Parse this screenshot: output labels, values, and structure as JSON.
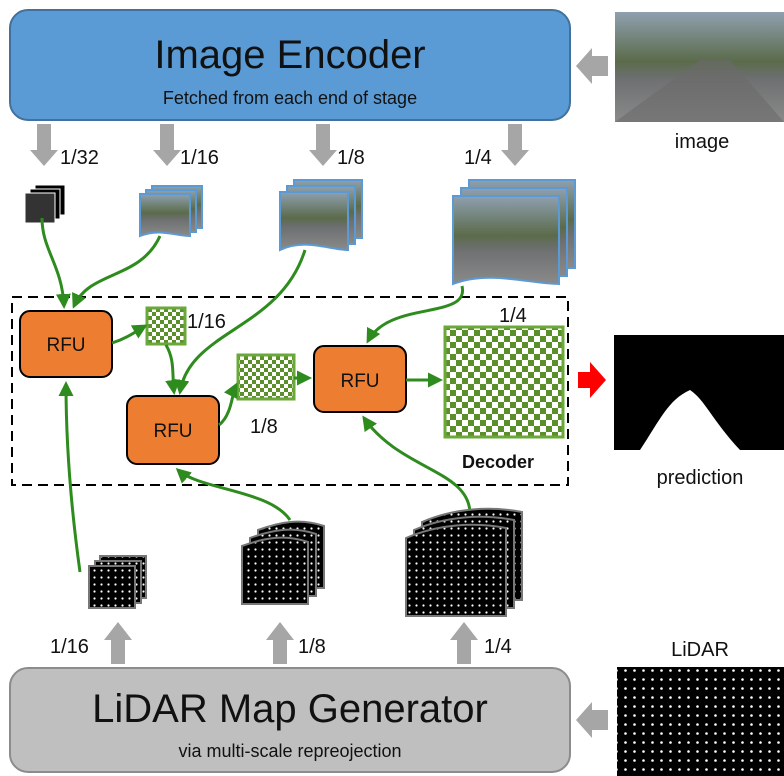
{
  "encoder": {
    "title": "Image Encoder",
    "subtitle": "Fetched from each end of stage"
  },
  "generator": {
    "title": "LiDAR Map Generator",
    "subtitle": "via multi-scale repreojection"
  },
  "image_label": "image",
  "prediction_label": "prediction",
  "lidar_label": "LiDAR",
  "decoder_label": "Decoder",
  "rfu_label": "RFU",
  "scales": {
    "enc": [
      "1/32",
      "1/16",
      "1/8",
      "1/4"
    ],
    "lidar": [
      "1/16",
      "1/8",
      "1/4"
    ],
    "dec_16": "1/16",
    "dec_8": "1/8",
    "dec_4": "1/4"
  },
  "colors": {
    "encoder_fill": "#5b9bd5",
    "generator_fill": "#bfbfbf",
    "rfu_fill": "#ed7d31",
    "flow_arrow": "#2e8b1e",
    "output_arrow": "#ff0000",
    "checker_green": "#5a8f2a"
  }
}
